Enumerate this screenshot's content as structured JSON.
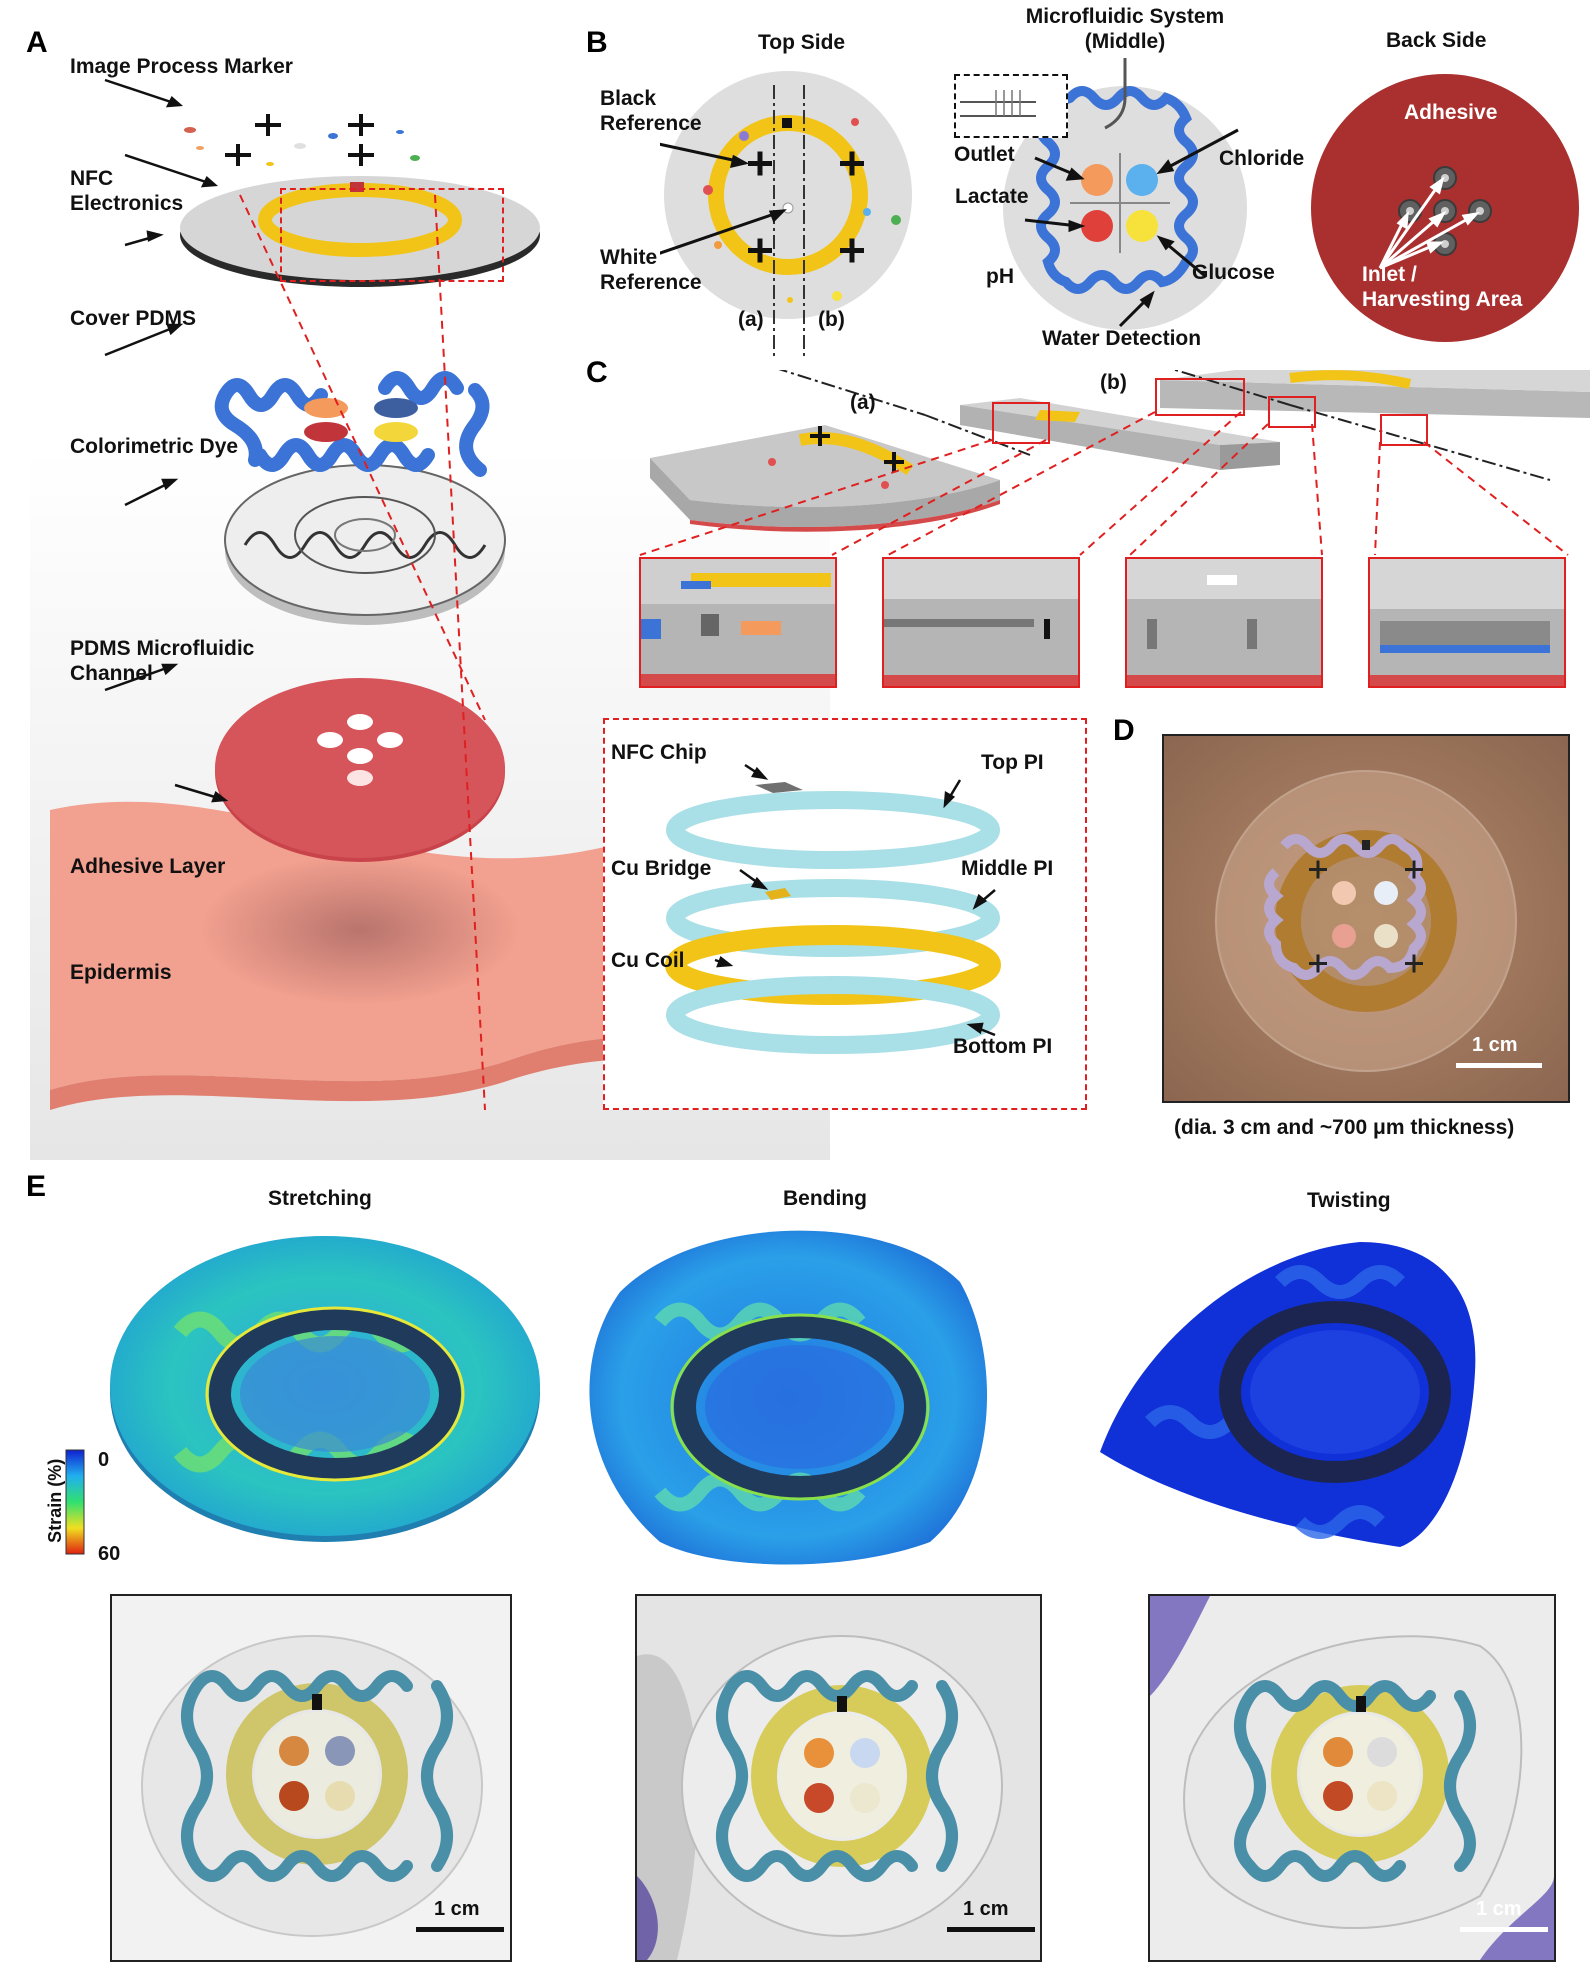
{
  "panels": {
    "a": "A",
    "b": "B",
    "c": "C",
    "d": "D",
    "e": "E"
  },
  "a": {
    "image_process_marker": "Image Process Marker",
    "nfc_electronics": "NFC\nElectronics",
    "cover_pdms": "Cover PDMS",
    "colorimetric_dye": "Colorimetric Dye",
    "pdms_channel": "PDMS Microfluidic\nChannel",
    "adhesive_layer": "Adhesive Layer",
    "epidermis": "Epidermis",
    "inset": {
      "nfc_chip": "NFC Chip",
      "top_pi": "Top PI",
      "cu_bridge": "Cu Bridge",
      "middle_pi": "Middle PI",
      "cu_coil": "Cu Coil",
      "bottom_pi": "Bottom PI"
    }
  },
  "b": {
    "top_side": "Top Side",
    "black_reference": "Black\nReference",
    "white_reference": "White\nReference",
    "line_a": "(a)",
    "line_b": "(b)",
    "microfluidic_title": "Microfluidic System\n(Middle)",
    "outlet": "Outlet",
    "lactate": "Lactate",
    "chloride": "Chloride",
    "ph": "pH",
    "glucose": "Glucose",
    "water_detection": "Water Detection",
    "back_side": "Back Side",
    "adhesive": "Adhesive",
    "inlet": "Inlet /\nHarvesting Area"
  },
  "c": {
    "line_a": "(a)",
    "line_b": "(b)"
  },
  "d": {
    "scale": "1 cm",
    "caption": "(dia. 3 cm and ~700 μm thickness)"
  },
  "e": {
    "stretching": "Stretching",
    "bending": "Bending",
    "twisting": "Twisting",
    "colorbar_label": "Strain (%)",
    "colorbar_min": "0",
    "colorbar_max": "60",
    "scale_1": "1 cm",
    "scale_2": "1 cm",
    "scale_3": "1 cm"
  },
  "colors": {
    "lactate": "#f39a5c",
    "chloride": "#5bb0ee",
    "ph": "#e0403a",
    "glucose": "#f7e23c",
    "channel_blue": "#3b73d6",
    "coil_yellow": "#f2c417",
    "adhesive_red": "#a9302f",
    "callout_red": "#e02020"
  }
}
